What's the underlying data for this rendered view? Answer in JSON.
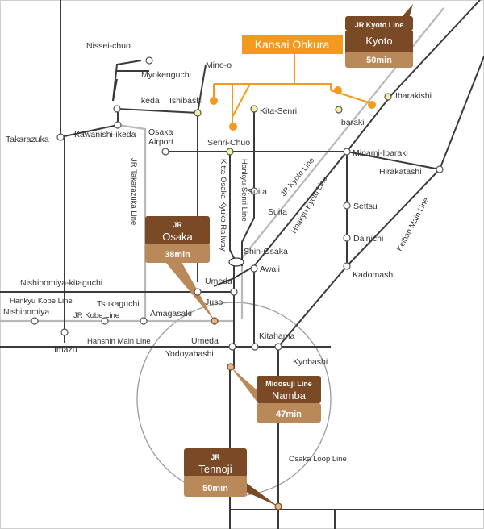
{
  "destination": {
    "name": "Kansai Ohkura",
    "color": "#f39a1e"
  },
  "callouts": {
    "kyoto": {
      "line": "JR Kyoto Line",
      "station": "Kyoto",
      "time": "50min"
    },
    "osaka": {
      "line": "JR",
      "station": "Osaka",
      "time": "38min"
    },
    "namba": {
      "line": "Midosuji Line",
      "station": "Namba",
      "time": "47min"
    },
    "tennoji": {
      "line": "JR",
      "station": "Tennoji",
      "time": "50min"
    }
  },
  "stations": {
    "nissei_chuo": "Nissei-chuo",
    "myokenguchi": "Myokenguchi",
    "mino_o": "Mino-o",
    "ikeda": "Ikeda",
    "ishibashi": "Ishibashi",
    "kita_senri": "Kita-Senri",
    "ibarakishi": "Ibarakishi",
    "ibaraki": "Ibaraki",
    "takarazuka": "Takarazuka",
    "kawanishi_ikeda": "Kawanishi-ikeda",
    "osaka_airport": "Osaka\nAirport",
    "senri_chuo": "Senri-Chuo",
    "minami_ibaraki": "Minami-Ibaraki",
    "hirakatashi": "Hirakatashi",
    "suita1": "Suita",
    "suita2": "Suita",
    "settsu": "Settsu",
    "dainichi": "Dainichi",
    "kadomashi": "Kadomashi",
    "shin_osaka": "Shin-Osaka",
    "awaji": "Awaji",
    "umeda_north": "Umeda",
    "nishinomiya_kitaguchi": "Nishinomiya-kitaguchi",
    "tsukaguchi": "Tsukaguchi",
    "nishinomiya": "Nishinomiya",
    "amagasaki": "Amagasaki",
    "juso": "Juso",
    "imazu": "Imazu",
    "kitahama": "Kitahama",
    "umeda_south": "Umeda",
    "yodoyabashi": "Yodoyabashi",
    "kyobashi": "Kyobashi"
  },
  "lines": {
    "jr_takarazuka": "JR Takarazuka Line",
    "kita_osaka_kyuko": "Kitta-Osaka Kyuko Railway",
    "hankyu_senri": "Hankyu Senri Line",
    "jr_kyoto": "JR Kyoto Line",
    "hankyu_kyoto": "Hnakyu Kyoto Line",
    "keihan_main": "Keihan Main Line",
    "hankyu_kobe": "Hankyu Kobe Line",
    "jr_kobe": "JR Kobe Line",
    "hanshin_main": "Hanshin Main Line",
    "osaka_loop": "Osaka Loop Line"
  },
  "colors": {
    "rail": "#3a3a3a",
    "jr_light": "#b5b5b5",
    "station_fill": "#ffffff",
    "station_stroke": "#555555",
    "highlight_station": "#f3f0a0",
    "callout_dark": "#7a4a26",
    "callout_light": "#b9895a",
    "orange": "#f39a1e"
  }
}
